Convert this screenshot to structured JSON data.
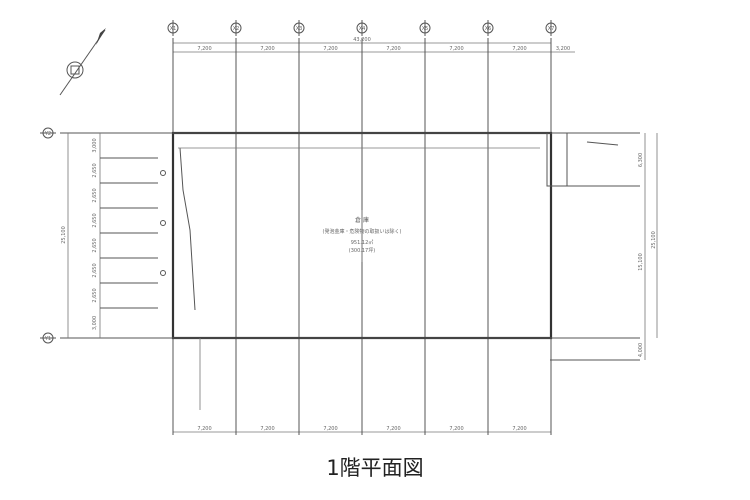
{
  "title": "1階平面図",
  "axes_x": [
    "X1",
    "X2",
    "X3",
    "X4",
    "X5",
    "X6",
    "X7"
  ],
  "axes_y": [
    "Y2",
    "Y1"
  ],
  "dims_top_total": "43,200",
  "dims_top": [
    "7,200",
    "7,200",
    "7,200",
    "7,200",
    "7,200",
    "7,200"
  ],
  "dims_top_extra": "3,200",
  "dims_bottom": [
    "7,200",
    "7,200",
    "7,200",
    "7,200",
    "7,200",
    "7,200"
  ],
  "dims_left_total": "25,100",
  "dims_left": [
    "3,000",
    "2,650",
    "2,650",
    "2,650",
    "2,650",
    "2,650",
    "2,650",
    "3,000"
  ],
  "dims_right_total": "25,100",
  "dims_right": [
    "6,300",
    "15,100",
    "4,000"
  ],
  "room": {
    "name": "倉 庫",
    "note": "(発泡金庫・危険物の取扱いは除く)",
    "area_m2": "951.12㎡",
    "area_tsubo": "(300.17坪)"
  },
  "colors": {
    "line": "#555555",
    "wall": "#333333",
    "text": "#222222"
  }
}
